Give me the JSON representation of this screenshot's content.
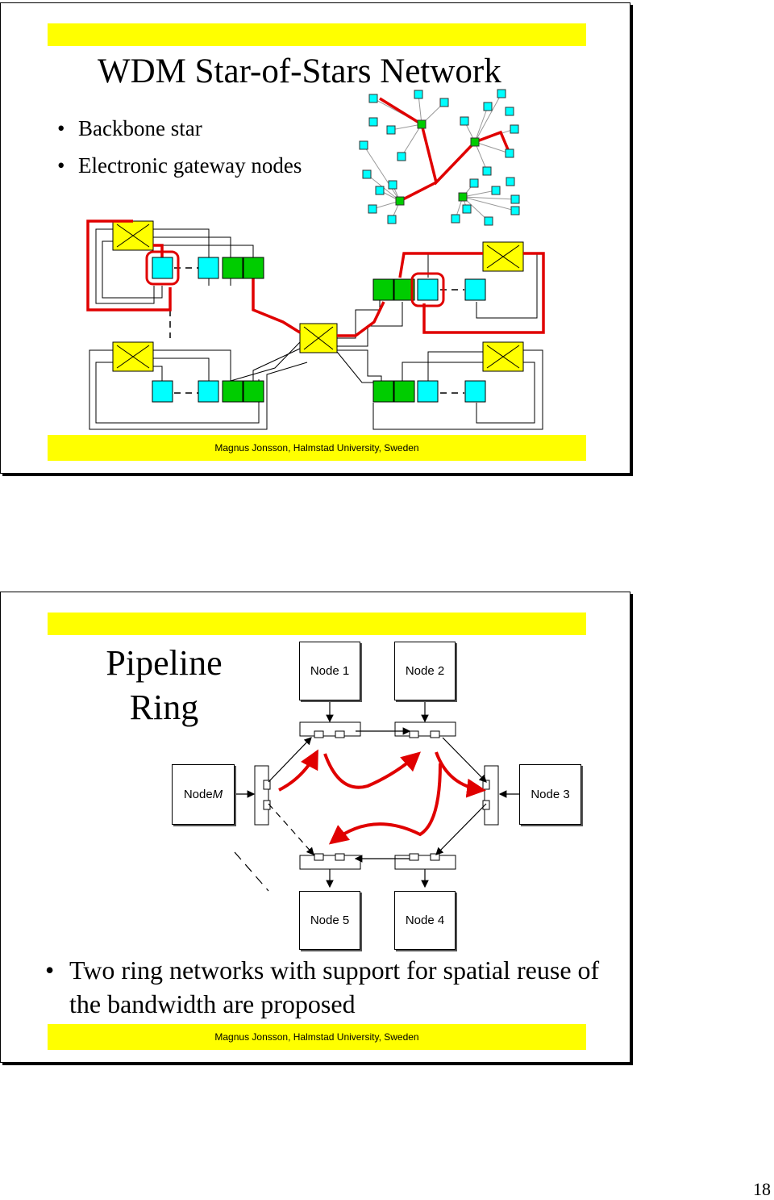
{
  "slide1": {
    "title": "WDM Star-of-Stars Network",
    "bullets": [
      "Backbone star",
      "Electronic gateway nodes"
    ],
    "footer": "Magnus Jonsson, Halmstad University, Sweden"
  },
  "slide2": {
    "title_line1": "Pipeline",
    "title_line2": "Ring",
    "nodes": {
      "n1": "Node 1",
      "n2": "Node 2",
      "n3": "Node 3",
      "n4": "Node 4",
      "n5": "Node 5",
      "nm_prefix": "Node ",
      "nm_italic": "M"
    },
    "bullet": "Two ring networks with support for spatial reuse of the bandwidth are proposed",
    "footer": "Magnus Jonsson, Halmstad University, Sweden"
  },
  "page_number": "18",
  "colors": {
    "highlight": "#ffff00",
    "node_cyan": "#00ffff",
    "node_green": "#00cc00",
    "path_red": "#e00000"
  }
}
